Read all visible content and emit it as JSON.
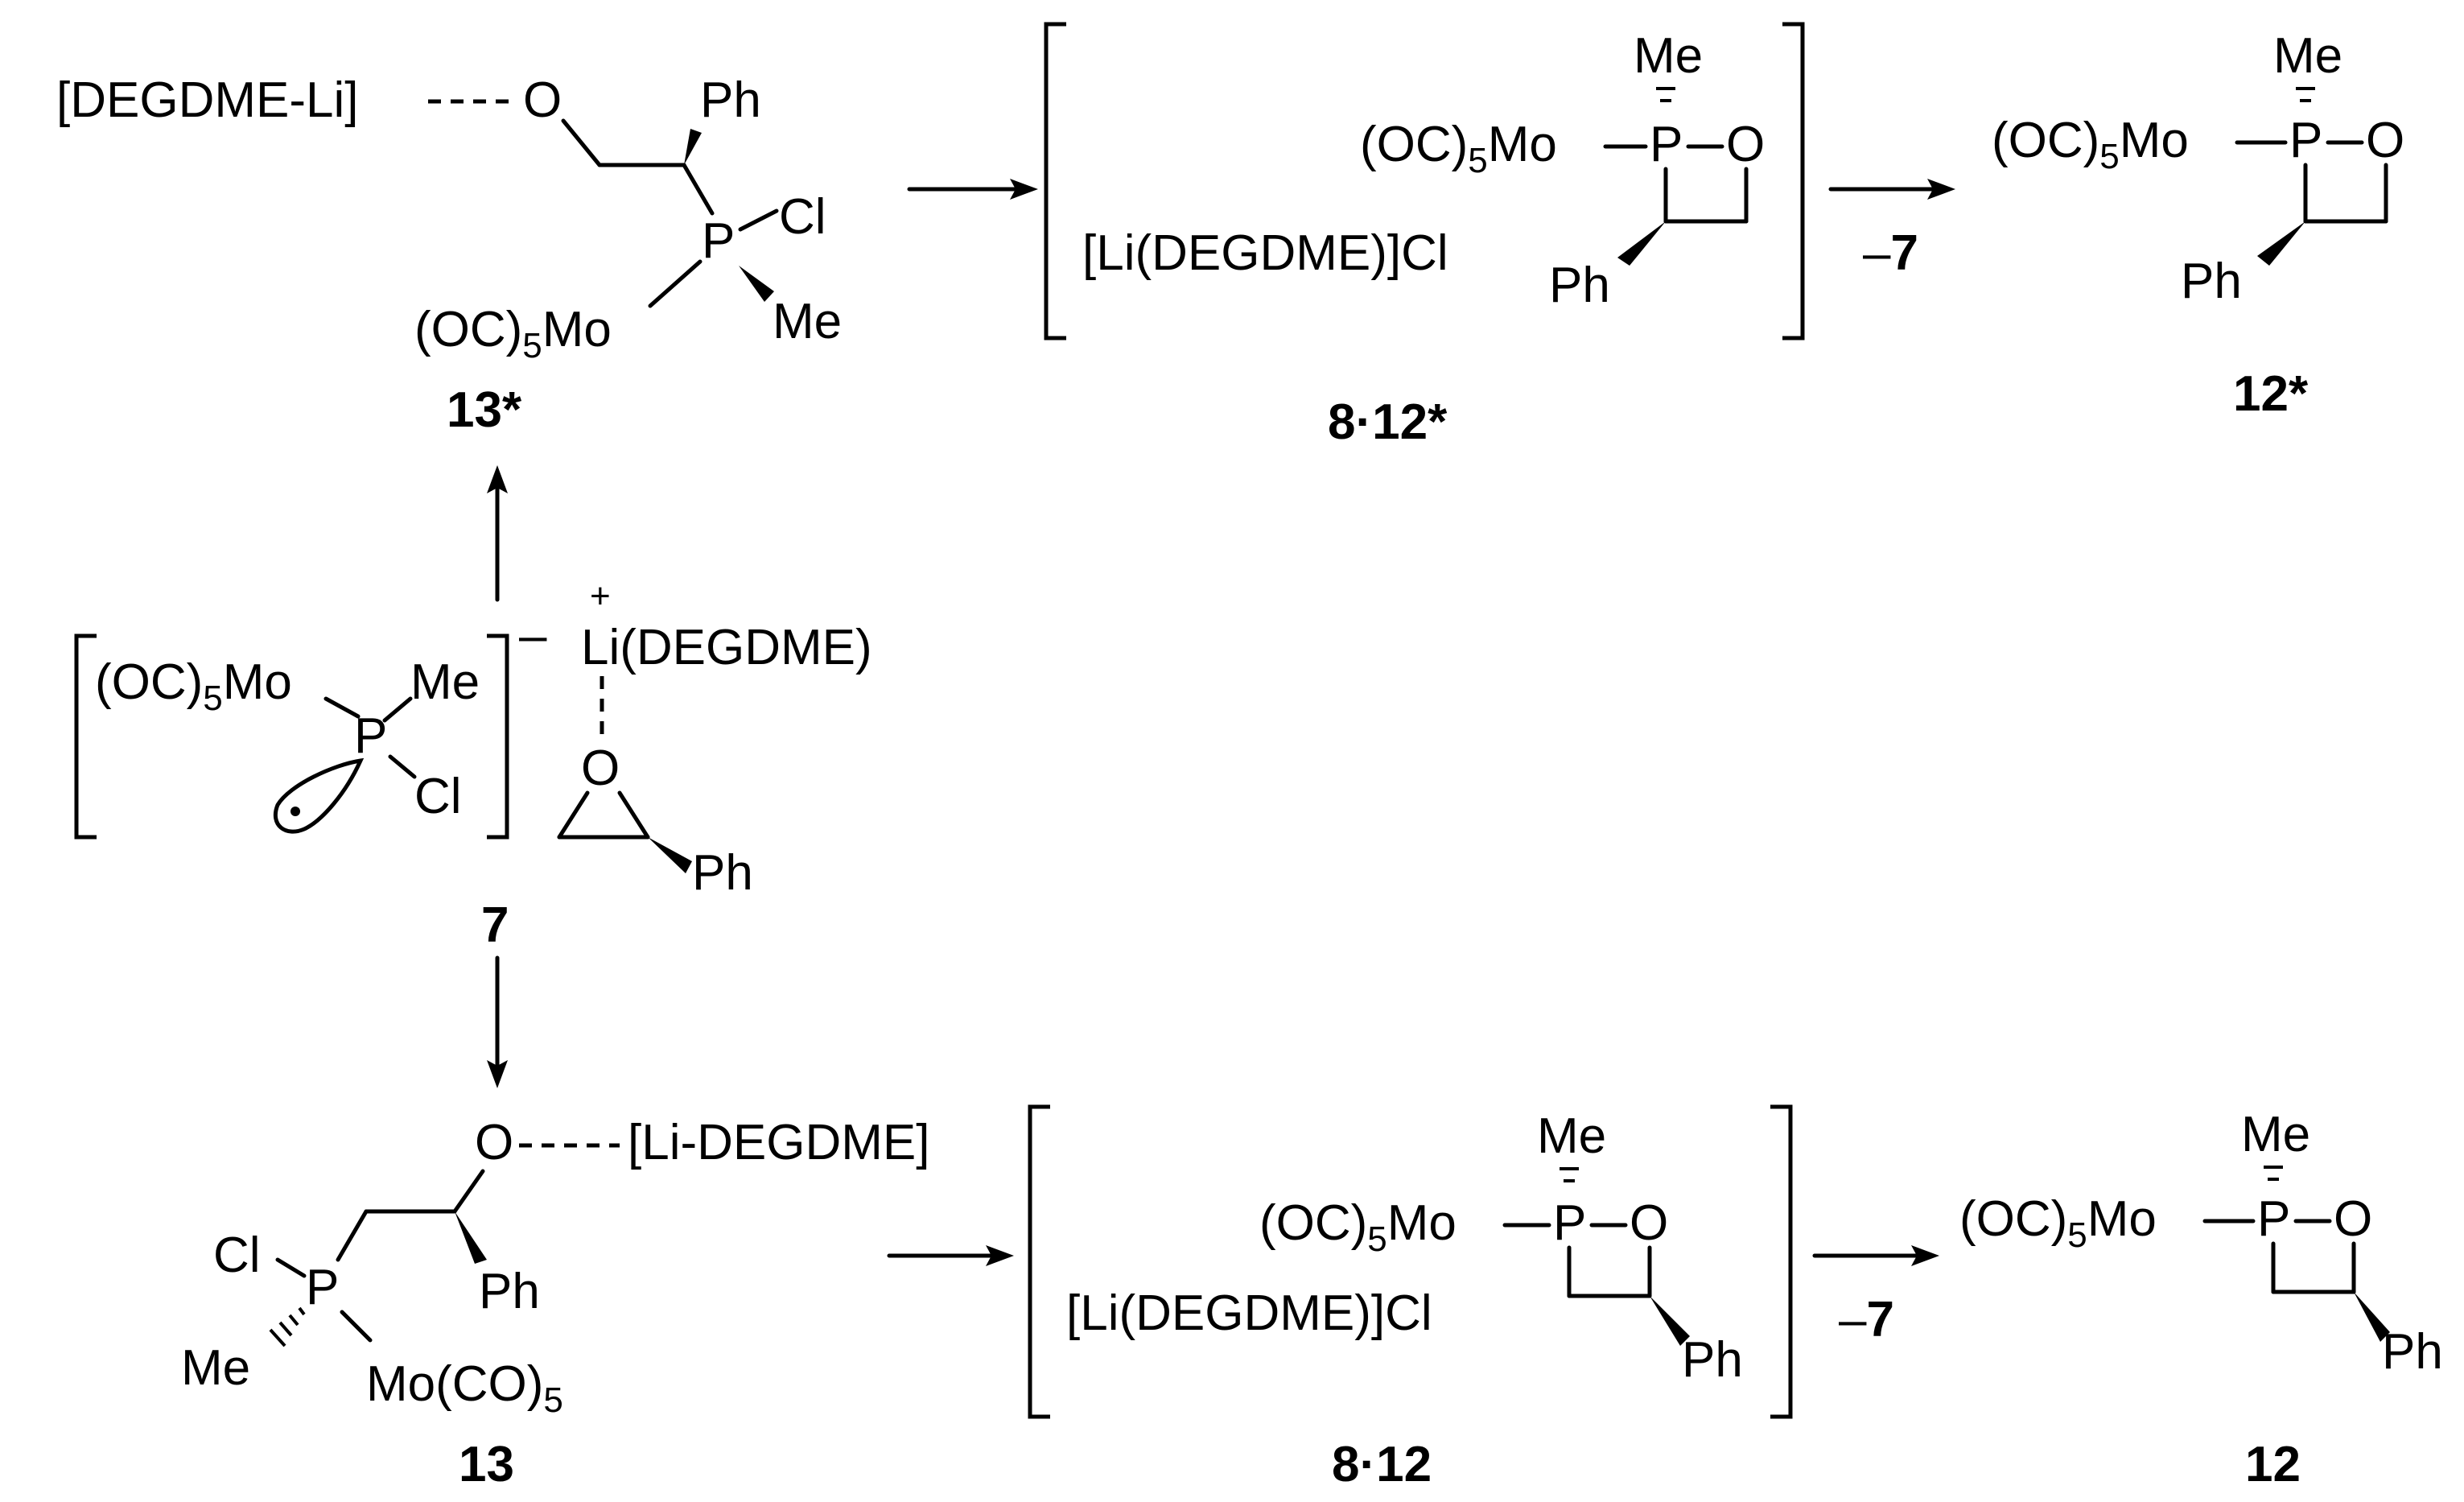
{
  "labels": {
    "lone_pair": "•",
    "ph": "Ph",
    "me": "Me",
    "cl": "Cl",
    "o": "O",
    "p": "P",
    "mo_co5_left": "(OC)",
    "mo_tail": "Mo",
    "mo_co5_right": "Mo(CO)",
    "sub5": "5",
    "li_degdme_dash_left": "[DEGDME-Li]",
    "li_degdme_dash_right": "[Li-DEGDME]",
    "li_degdme_cl": "[Li(DEGDME)]Cl",
    "li_plus": "+",
    "li_degdme_cation": "Li(DEGDME)",
    "minus": "–",
    "elim": "–7"
  },
  "compounds": {
    "c13star": "13*",
    "c8_12star": "8·12*",
    "c12star": "12*",
    "c7": "7",
    "c13": "13",
    "c8_12": "8·12",
    "c12": "12"
  }
}
